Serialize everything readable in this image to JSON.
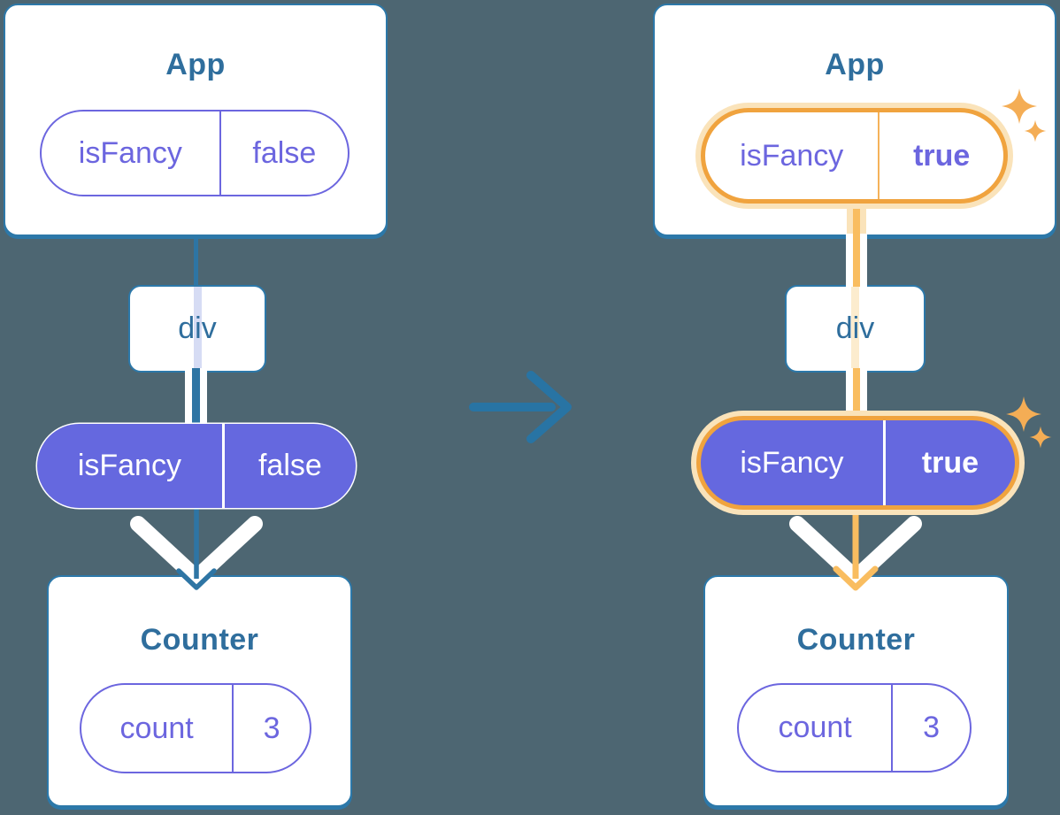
{
  "diagram_title": "React component tree re-render diagram (before and after prop change)",
  "colors": {
    "background": "#4D6672",
    "card_fill": "#FFFFFF",
    "card_border": "#2C78A9",
    "component_title_text": "#2F6E9D",
    "purple_fill": "#6568DF",
    "purple_outline": "#6C66DF",
    "blue_line": "#2E75A4",
    "lavender_stripe": "#D6DCF4",
    "orange_ring": "#F0A33E",
    "orange_line": "#F9BD60",
    "orange_halo": "#FAE3BA",
    "cream_stripe": "#FCECCE",
    "sparkle": "#F4AD55",
    "white_pipe": "#FFFFFF"
  },
  "left_tree": {
    "app": {
      "title": "App",
      "prop": {
        "name": "isFancy",
        "value": "false"
      }
    },
    "div_label": "div",
    "passed_prop": {
      "name": "isFancy",
      "value": "false"
    },
    "counter": {
      "title": "Counter",
      "state": {
        "name": "count",
        "value": "3"
      }
    }
  },
  "right_tree": {
    "app": {
      "title": "App",
      "prop": {
        "name": "isFancy",
        "value": "true"
      }
    },
    "div_label": "div",
    "passed_prop": {
      "name": "isFancy",
      "value": "true"
    },
    "counter": {
      "title": "Counter",
      "state": {
        "name": "count",
        "value": "3"
      }
    }
  },
  "icons": {
    "transition": "arrow-right-icon",
    "highlight": "sparkles-icon",
    "prop_flow": "chevron-down-arrow-icon"
  }
}
